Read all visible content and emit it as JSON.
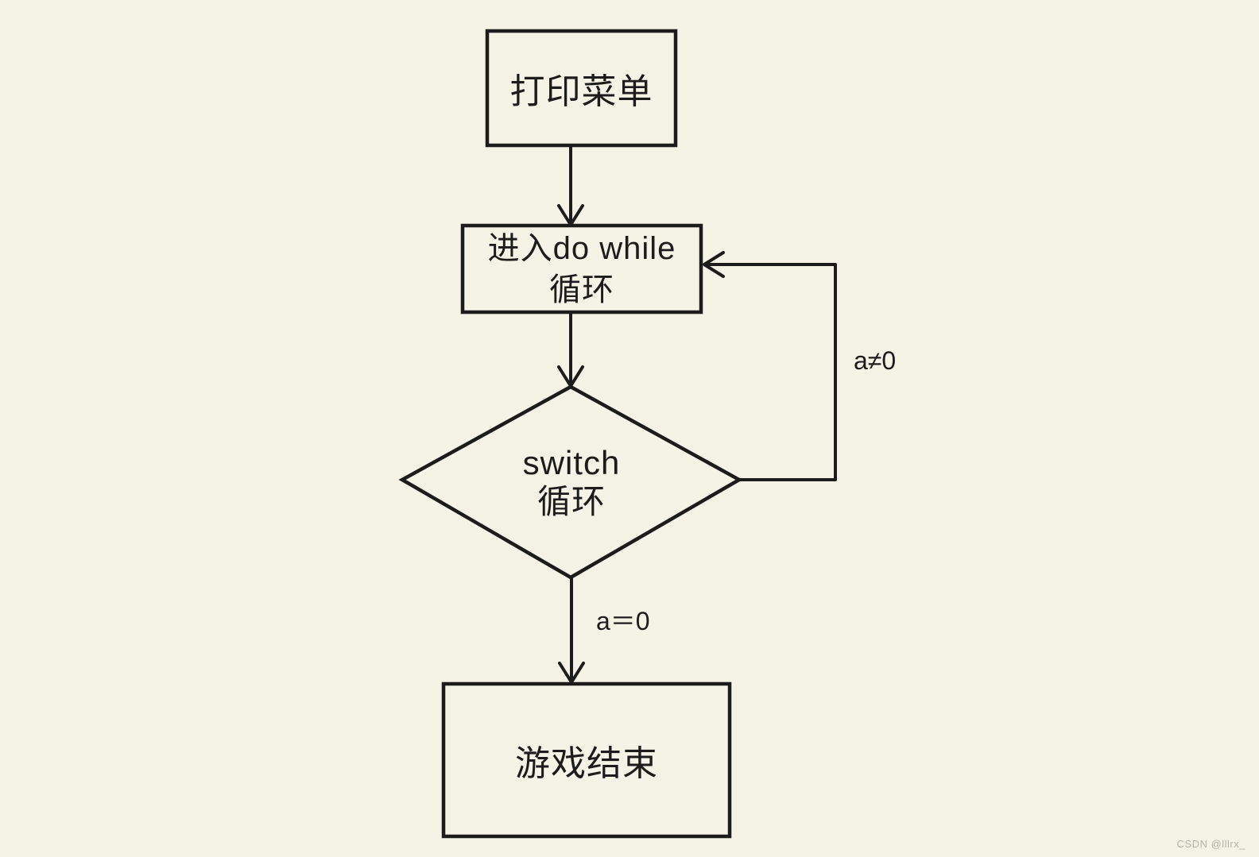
{
  "colors": {
    "background": "#f4f3e6",
    "stroke": "#1c1c1c",
    "watermark": "#b6b5ab"
  },
  "nodes": {
    "print_menu": {
      "label": "打印菜单"
    },
    "do_while": {
      "line1": "进入do while",
      "line2": "循环"
    },
    "switch_decision": {
      "line1": "switch",
      "line2": "循环"
    },
    "game_over": {
      "label": "游戏结束"
    }
  },
  "edge_labels": {
    "not_zero": "a≠0",
    "equals_zero": "a＝0"
  },
  "watermark": "CSDN @lllrx_"
}
